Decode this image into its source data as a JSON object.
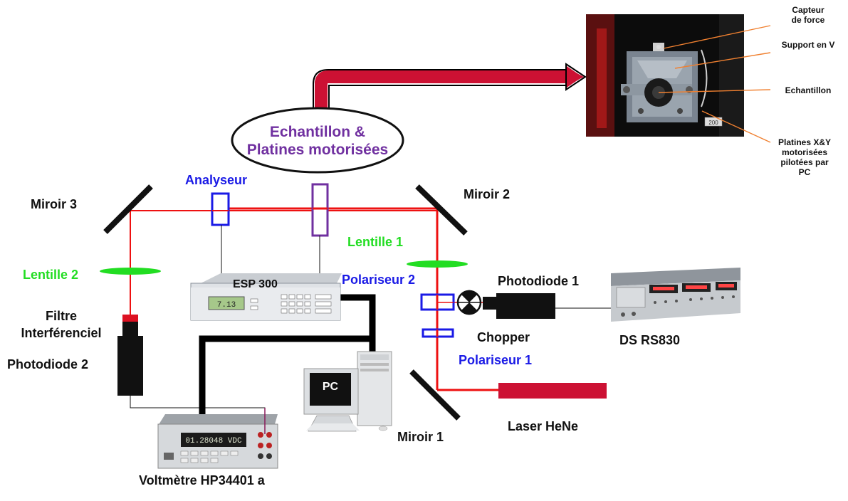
{
  "colors": {
    "laser_beam": "#ee1111",
    "cable": "#000000",
    "lens": "#22dd22",
    "polarizer": "#1a1ae6",
    "sample": "#7030a0",
    "arrow": "#cc1133",
    "annotation_line": "#f08030"
  },
  "labels": {
    "sample_ellipse": [
      "Echantillon &",
      "Platines motorisées"
    ],
    "analyseur": "Analyseur",
    "miroir3": "Miroir 3",
    "miroir2": "Miroir 2",
    "miroir1": "Miroir 1",
    "lentille1": "Lentille 1",
    "lentille2": "Lentille 2",
    "esp300": "ESP 300",
    "polariseur2": "Polariseur 2",
    "polariseur1": "Polariseur 1",
    "photodiode1": "Photodiode 1",
    "photodiode2": "Photodiode 2",
    "filtre": [
      "Filtre",
      "Interférenciel"
    ],
    "chopper": "Chopper",
    "dsrs830": "DS RS830",
    "pc": "PC",
    "laser": "Laser HeNe",
    "voltmetre": "Voltmètre HP34401 a",
    "voltmeter_display": "01.28048 VDC",
    "esp_display": "7.13",
    "photo_small_tag": "200"
  },
  "photo_annotations": {
    "capteur": [
      "Capteur",
      "de force"
    ],
    "support": "Support en V",
    "echantillon": "Echantillon",
    "platines": [
      "Platines X&Y",
      "motorisées",
      "pilotées par",
      "PC"
    ]
  }
}
